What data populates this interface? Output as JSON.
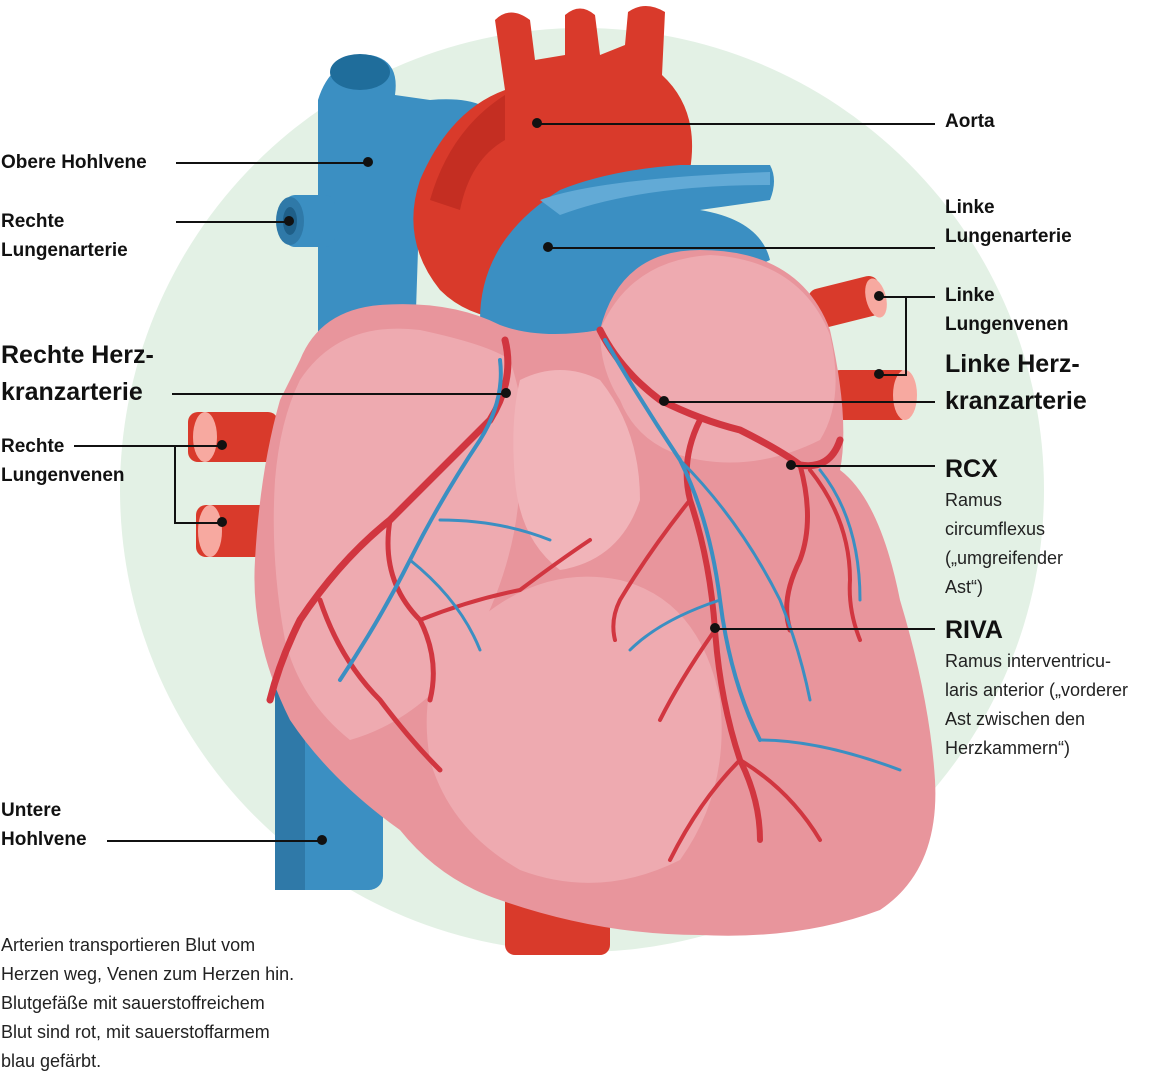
{
  "labels": {
    "obere_hohlvene": "Obere Hohlvene",
    "rechte_lungenarterie": [
      "Rechte",
      "Lungenarterie"
    ],
    "rechte_herzkranzarterie": [
      "Rechte Herz-",
      "kranzarterie"
    ],
    "rechte_lungenvenen": [
      "Rechte",
      "Lungenvenen"
    ],
    "untere_hohlvene": [
      "Untere",
      "Hohlvene"
    ],
    "aorta": "Aorta",
    "linke_lungenarterie": [
      "Linke",
      "Lungenarterie"
    ],
    "linke_lungenvenen": [
      "Linke",
      "Lungenvenen"
    ],
    "linke_herzkranzarterie": [
      "Linke Herz-",
      "kranzarterie"
    ],
    "rcx": {
      "title": "RCX",
      "desc": [
        "Ramus",
        "circumflexus",
        "(„umgreifender",
        "Ast“)"
      ]
    },
    "riva": {
      "title": "RIVA",
      "desc": [
        "Ramus interventricu-",
        "laris anterior („vorderer",
        "Ast zwischen den",
        "Herzkammern“)"
      ]
    }
  },
  "note": [
    "Arterien transportieren Blut vom",
    "Herzen weg, Venen zum Herzen hin.",
    "Blutgefäße mit sauerstoffreichem",
    "Blut sind rot, mit sauerstoffarmem",
    "blau gefärbt."
  ],
  "colors": {
    "artery_red": "#d93a2b",
    "vein_blue": "#3b8fc2",
    "heart_pink": "#eaa3aa",
    "background_circle": "#e3f1e5"
  }
}
